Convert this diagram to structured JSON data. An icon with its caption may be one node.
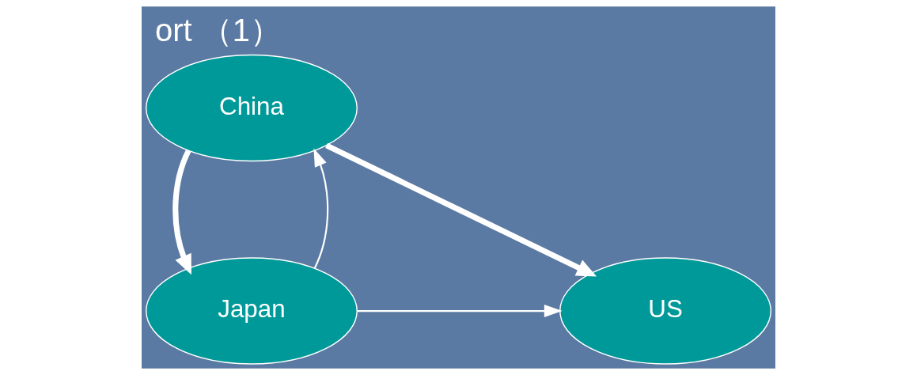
{
  "diagram": {
    "title": "ort （1）",
    "nodes": [
      {
        "text": [
          "China"
        ]
      },
      {
        "text": [
          "Japan"
        ]
      },
      {
        "text": [
          "US"
        ]
      }
    ],
    "edges": [
      {
        "from": 1,
        "to": 0,
        "arrow": "to"
      },
      {
        "from": 0,
        "to": 1,
        "arrow": "to",
        "style": "thick"
      },
      {
        "from": 0,
        "to": 2,
        "arrow": "to",
        "style": "thick"
      },
      {
        "from": 1,
        "to": 2,
        "arrow": "to"
      }
    ]
  }
}
